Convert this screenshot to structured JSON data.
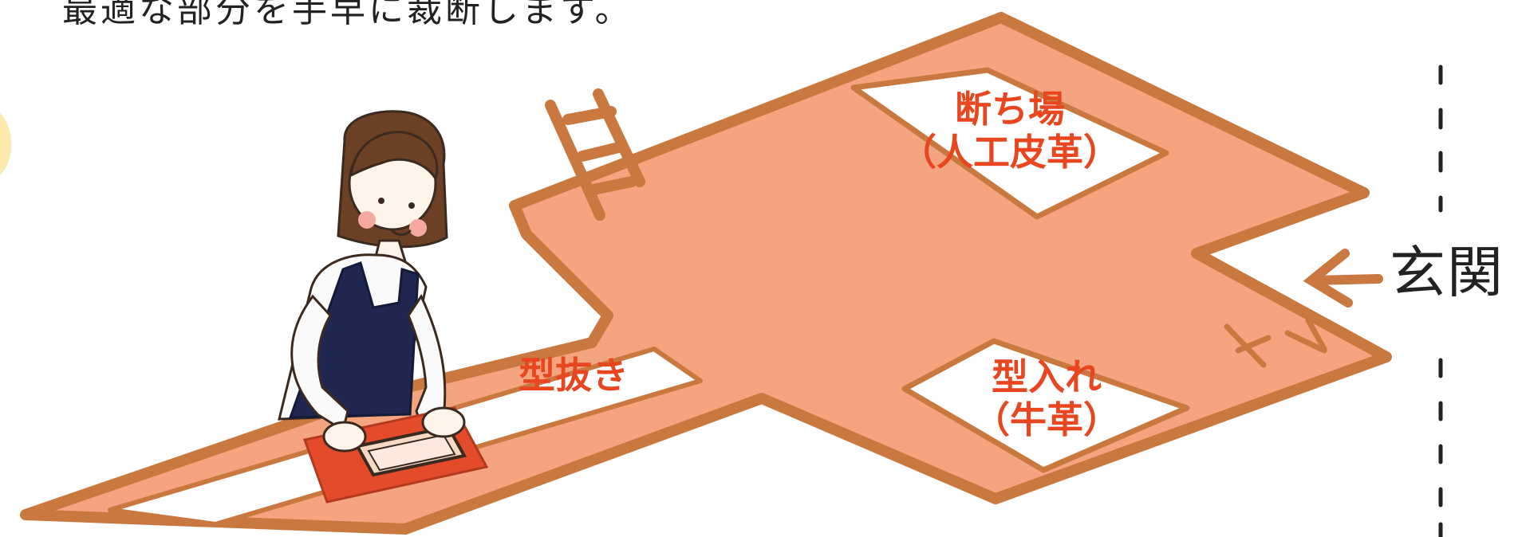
{
  "caption": "最適な部分を手早に裁断します。",
  "areas": {
    "cutting": {
      "line1": "断ち場",
      "line2": "（人工皮革）"
    },
    "molding": {
      "line1": "型入れ",
      "line2": "（牛革）"
    },
    "punching": {
      "label": "型抜き"
    }
  },
  "entrance": {
    "label": "玄関",
    "arrow": "left-arrow-icon"
  },
  "colors": {
    "floor": "#f4a57f",
    "floor_outline": "#c9783f",
    "label_red": "#e8461f",
    "apron": "#1f2650",
    "tray_red": "#e34b2a",
    "ink": "#3b2a20",
    "dashed_line": "#222222"
  }
}
